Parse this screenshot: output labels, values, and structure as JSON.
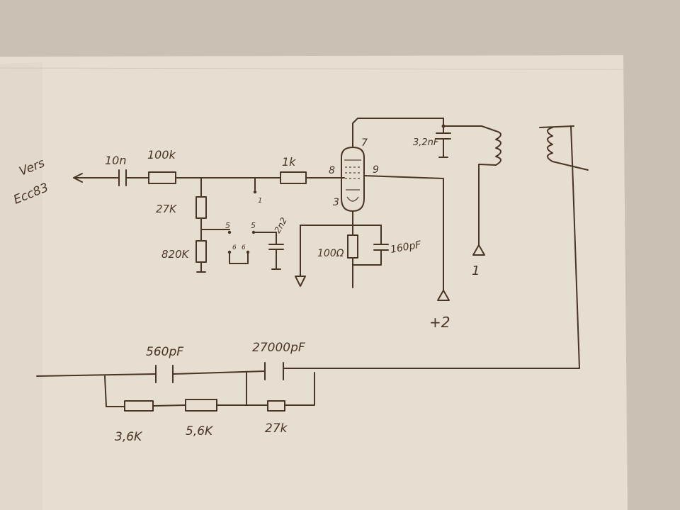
{
  "labels": {
    "vers": "Vers",
    "ecc83": "Ecc83",
    "c_10n": "10n",
    "r_100k": "100k",
    "r_1k": "1k",
    "r_27k": "27K",
    "r_820k": "820K",
    "c_2n2": "2n2",
    "pin_7": "7",
    "pin_8": "8",
    "pin_9": "9",
    "pin_3": "3",
    "c_3n2": "3,2nF",
    "r_100ohm": "100Ω",
    "c_160pf": "160pF",
    "term_1": "1",
    "term_2": "+2",
    "sw_1": "1",
    "sw_5a": "5",
    "sw_5b": "5",
    "sw_6a": "6",
    "sw_6b": "6",
    "c_560pf": "560pF",
    "c_27000pf": "27000pF",
    "r_3_6k": "3,6K",
    "r_5_6k": "5,6K",
    "r_27k_bottom": "27k"
  },
  "colors": {
    "paper": "#e9e3d6",
    "paper_shadow": "#c9c1b4",
    "ink": "#4a3424"
  }
}
